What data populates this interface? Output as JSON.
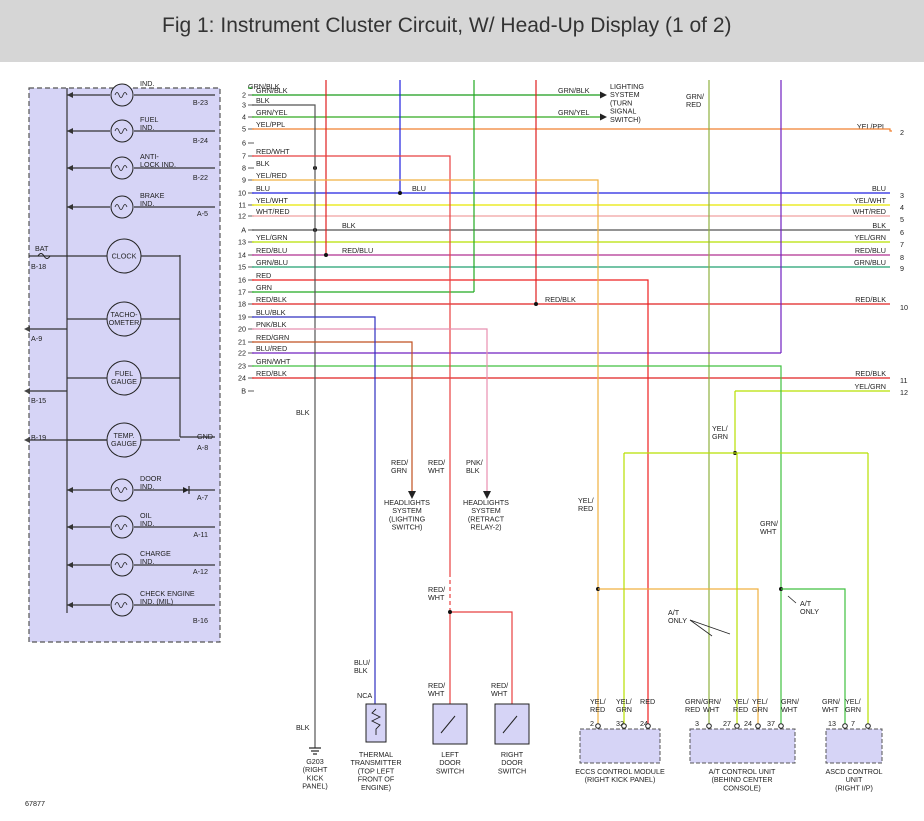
{
  "title": "Fig 1: Instrument Cluster Circuit, W/ Head-Up Display (1 of 2)",
  "figure_id": "67877",
  "cluster": {
    "gauges": [
      "CLOCK",
      "TACHO-\nOMETER",
      "FUEL\nGAUGE",
      "TEMP.\nGAUGE"
    ],
    "indicators": [
      {
        "label": "IND.",
        "pin": "B-23"
      },
      {
        "label": "FUEL\nIND.",
        "pin": "B-24"
      },
      {
        "label": "ANTI-\nLOCK IND.",
        "pin": "B-22"
      },
      {
        "label": "BRAKE\nIND.",
        "pin": "A-5"
      },
      {
        "label": "DOOR\nIND.",
        "pin": "A-7"
      },
      {
        "label": "OIL\nIND.",
        "pin": "A-11"
      },
      {
        "label": "CHARGE\nIND.",
        "pin": "A-12"
      },
      {
        "label": "CHECK ENGINE\nIND. (MIL)",
        "pin": "B-16"
      }
    ],
    "left_pins": [
      "BAT",
      "B-18",
      "A-9",
      "B-15",
      "B-19"
    ],
    "gnd": "GND",
    "gnd_pin": "A-8"
  },
  "connector_rows": [
    {
      "pin": "2",
      "wire": "GRN/BLK",
      "color": "#1a9c1a"
    },
    {
      "pin": "3",
      "wire": "BLK",
      "color": "#555555"
    },
    {
      "pin": "4",
      "wire": "GRN/YEL",
      "color": "#33aa22"
    },
    {
      "pin": "5",
      "wire": "YEL/PPL",
      "color": "#f08030"
    },
    {
      "pin": "6",
      "wire": "",
      "color": ""
    },
    {
      "pin": "7",
      "wire": "RED/WHT",
      "color": "#e84040"
    },
    {
      "pin": "8",
      "wire": "BLK",
      "color": "#555555"
    },
    {
      "pin": "9",
      "wire": "YEL/RED",
      "color": "#f0b040"
    },
    {
      "pin": "10",
      "wire": "BLU",
      "color": "#2020e0"
    },
    {
      "pin": "11",
      "wire": "YEL/WHT",
      "color": "#e6e600"
    },
    {
      "pin": "12",
      "wire": "WHT/RED",
      "color": "#f0a0a0"
    },
    {
      "pin": "A",
      "wire": "",
      "color": ""
    },
    {
      "pin": "13",
      "wire": "YEL/GRN",
      "color": "#b8e000"
    },
    {
      "pin": "14",
      "wire": "RED/BLU",
      "color": "#b03090"
    },
    {
      "pin": "15",
      "wire": "GRN/BLU",
      "color": "#20a070"
    },
    {
      "pin": "16",
      "wire": "RED",
      "color": "#ee2020"
    },
    {
      "pin": "17",
      "wire": "GRN",
      "color": "#22aa22"
    },
    {
      "pin": "18",
      "wire": "RED/BLK",
      "color": "#e02020"
    },
    {
      "pin": "19",
      "wire": "BLU/BLK",
      "color": "#3030c0"
    },
    {
      "pin": "20",
      "wire": "PNK/BLK",
      "color": "#e890b0"
    },
    {
      "pin": "21",
      "wire": "RED/GRN",
      "color": "#c05020"
    },
    {
      "pin": "22",
      "wire": "BLU/RED",
      "color": "#7020c0"
    },
    {
      "pin": "23",
      "wire": "GRN/WHT",
      "color": "#40c040"
    },
    {
      "pin": "24",
      "wire": "RED/BLK",
      "color": "#e02020"
    },
    {
      "pin": "B",
      "wire": "",
      "color": ""
    }
  ],
  "right_rows": [
    {
      "wire": "YEL/PPL",
      "pin": "2"
    },
    {
      "wire": "BLU",
      "pin": "3"
    },
    {
      "wire": "YEL/WHT",
      "pin": "4"
    },
    {
      "wire": "WHT/RED",
      "pin": "5"
    },
    {
      "wire": "BLK",
      "pin": "6"
    },
    {
      "wire": "YEL/GRN",
      "pin": "7"
    },
    {
      "wire": "RED/BLU",
      "pin": "8"
    },
    {
      "wire": "GRN/BLU",
      "pin": "9"
    },
    {
      "wire": "RED/BLK",
      "pin": "10"
    },
    {
      "wire": "RED/BLK",
      "pin": "11"
    },
    {
      "wire": "YEL/GRN",
      "pin": "12"
    }
  ],
  "inline_labels": {
    "blk_mid": "BLK",
    "blu_mid": "BLU",
    "red_blu_mid": "RED/BLU",
    "red_blk_mid": "RED/BLK",
    "grn_blk_top": "GRN/BLK",
    "grn_yel_top": "GRN/YEL",
    "grn_red_top": "GRN/\nRED",
    "blk_ground": "BLK",
    "blk_ground2": "BLK",
    "red_grn_drop": "RED/\nGRN",
    "red_wht_drop": "RED/\nWHT",
    "pnk_blk_drop": "PNK/\nBLK",
    "red_wht_left": "RED/\nWHT",
    "red_wht_door_l": "RED/\nWHT",
    "red_wht_door_r": "RED/\nWHT",
    "blu_blk_drop": "BLU/\nBLK",
    "nca": "NCA",
    "yel_grn_mid": "YEL/\nGRN",
    "yel_red_mid": "YEL/\nRED",
    "grn_wht_mid": "GRN/\nWHT",
    "at_only_l": "A/T\nONLY",
    "at_only_r": "A/T\nONLY"
  },
  "destinations": {
    "lighting_top": "LIGHTING\nSYSTEM\n(TURN\nSIGNAL\nSWITCH)",
    "headlights_lighting": "HEADLIGHTS\nSYSTEM\n(LIGHTING\nSWITCH)",
    "headlights_retract": "HEADLIGHTS\nSYSTEM\n(RETRACT\nRELAY-2)"
  },
  "components": {
    "g203": "G203\n(RIGHT\nKICK\nPANEL)",
    "thermal": "THERMAL\nTRANSMITTER\n(TOP LEFT\nFRONT OF\nENGINE)",
    "left_door": "LEFT\nDOOR\nSWITCH",
    "right_door": "RIGHT\nDOOR\nSWITCH",
    "eccs": "ECCS CONTROL MODULE\n(RIGHT KICK PANEL)",
    "at_unit": "A/T CONTROL UNIT\n(BEHIND CENTER\nCONSOLE)",
    "ascd": "ASCD CONTROL\nUNIT\n(RIGHT I/P)"
  },
  "module_pins": {
    "eccs": {
      "wires": [
        "YEL/\nRED",
        "YEL/\nGRN",
        "RED"
      ],
      "pins": [
        "2",
        "32",
        "24"
      ]
    },
    "at": {
      "wires": [
        "GRN/\nRED",
        "GRN/\nWHT",
        "YEL/\nRED",
        "YEL/\nGRN",
        "GRN/\nWHT"
      ],
      "pins": [
        "3",
        "27",
        "24",
        "37"
      ]
    },
    "ascd": {
      "wires": [
        "GRN/\nWHT",
        "YEL/\nGRN"
      ],
      "pins": [
        "13",
        "7"
      ]
    }
  }
}
